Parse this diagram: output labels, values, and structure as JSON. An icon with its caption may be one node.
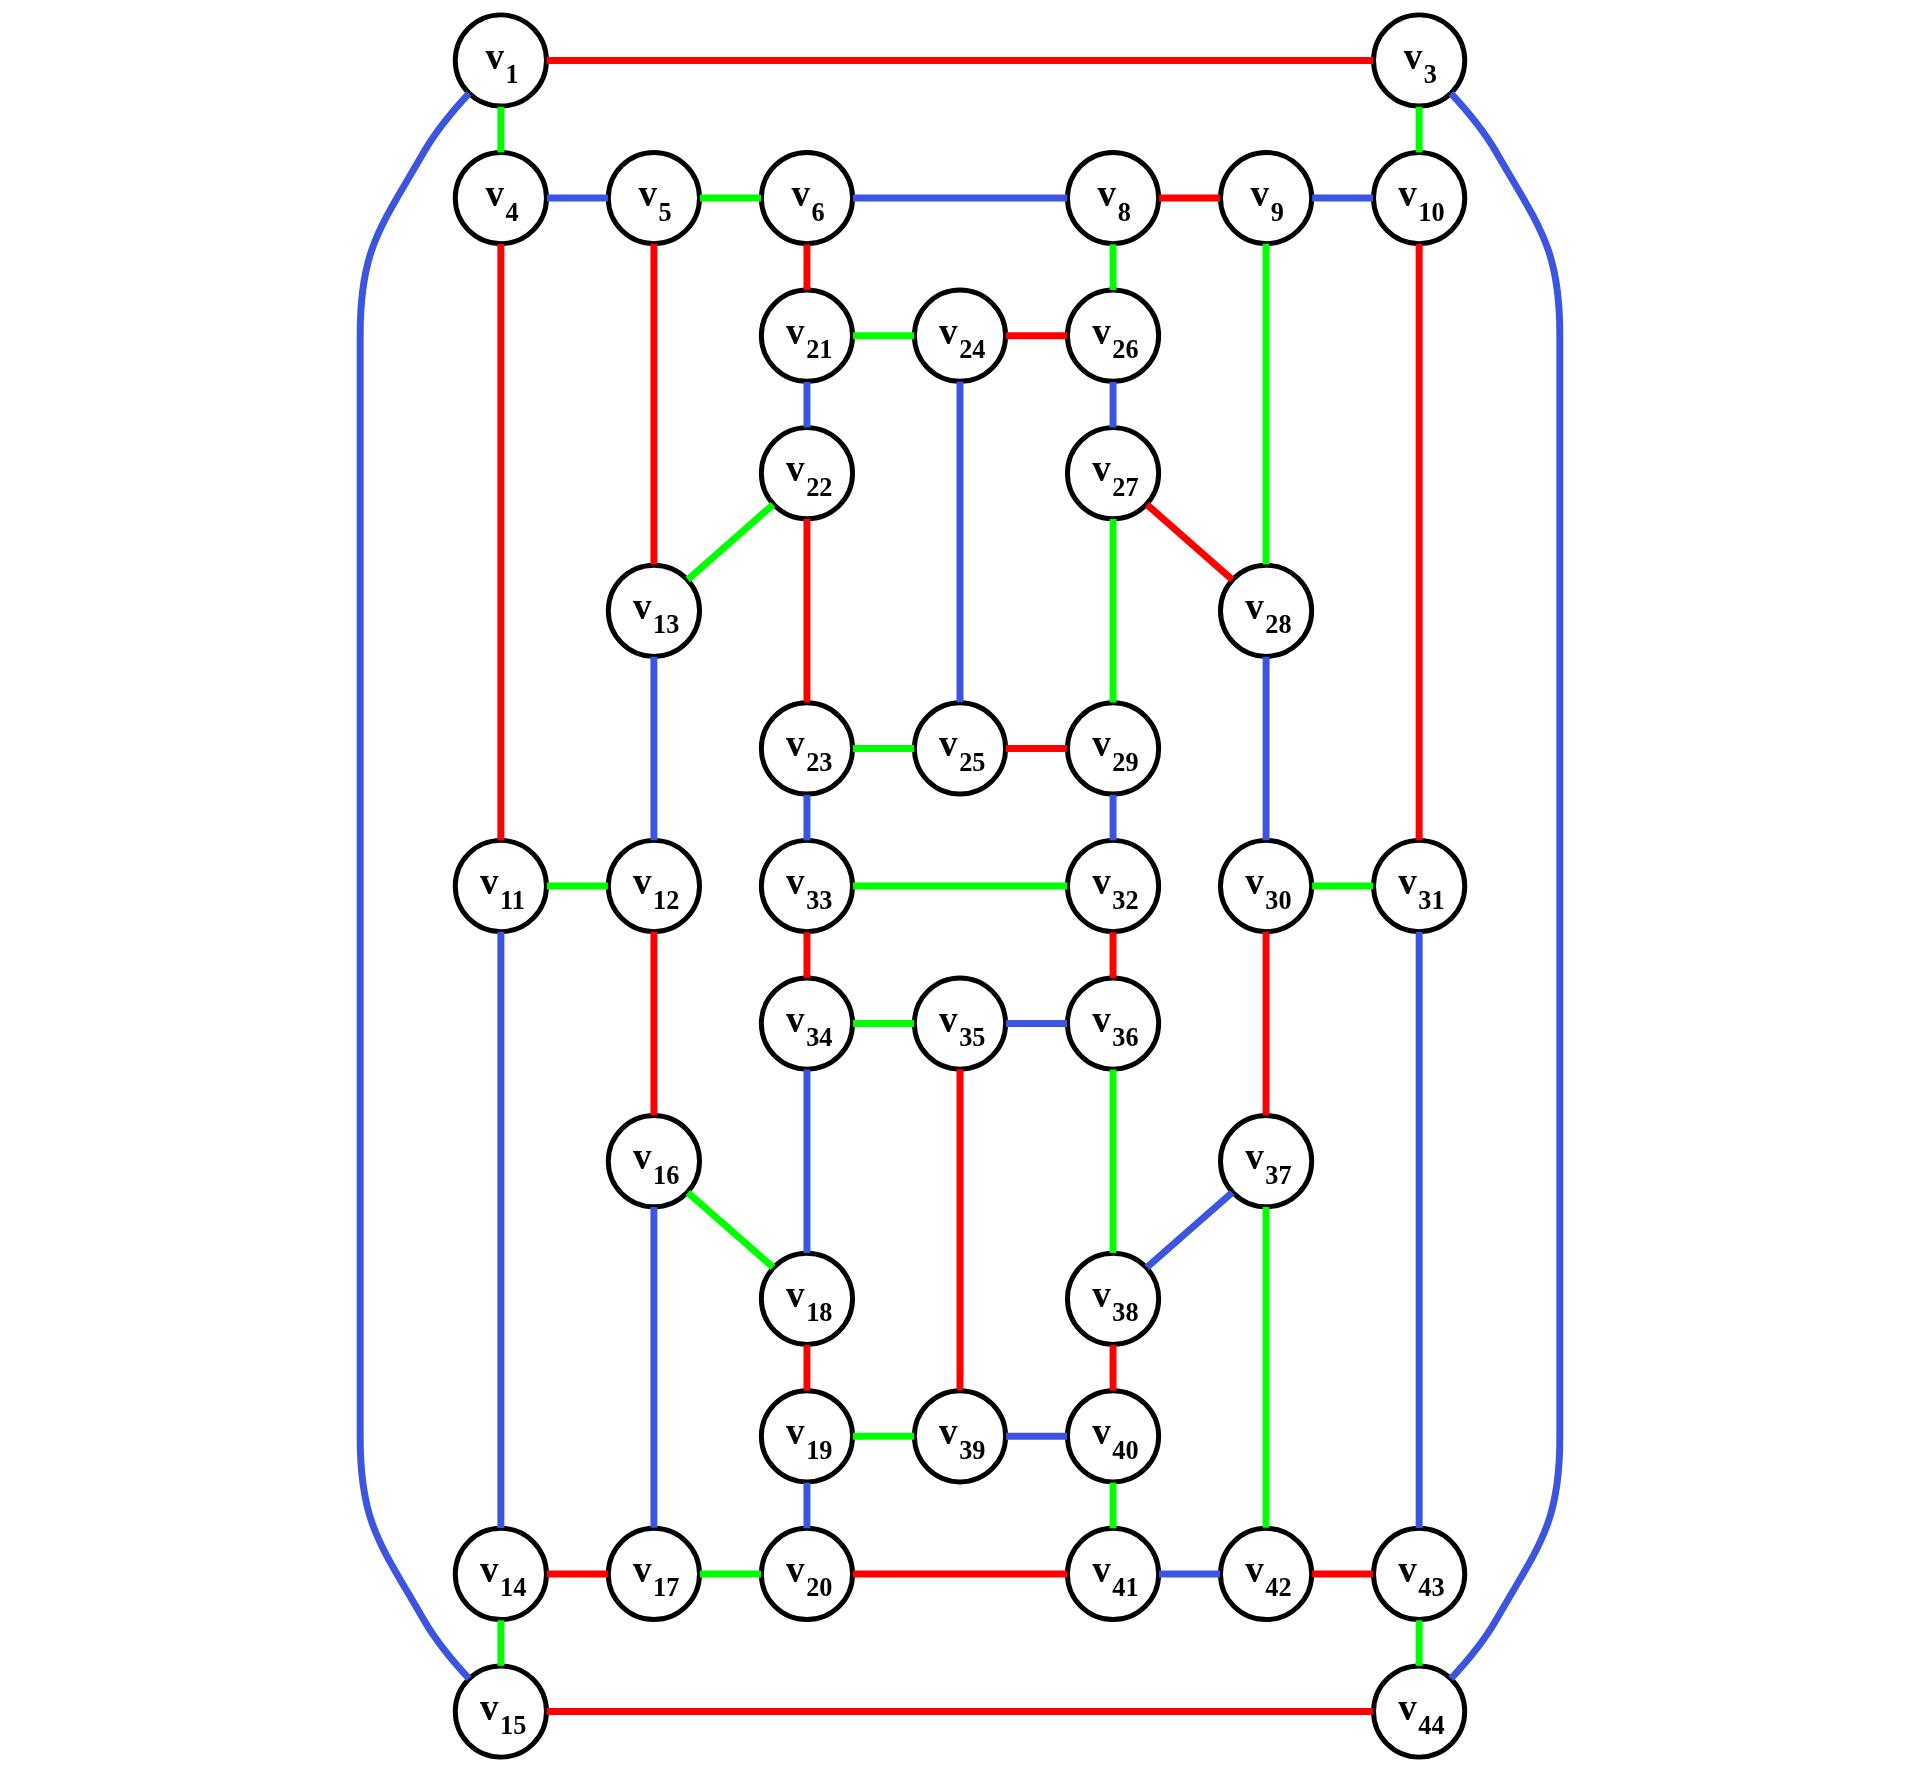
{
  "diagram": {
    "nodes": [
      {
        "text": [
          "v$_{1}$"
        ]
      },
      {
        "text": [
          "v$_{3}$"
        ]
      },
      {
        "text": [
          "v$_{4}$"
        ]
      },
      {
        "text": [
          "v$_{5}$"
        ]
      },
      {
        "text": [
          "v$_{6}$"
        ]
      },
      {
        "text": [
          "v$_{8}$"
        ]
      },
      {
        "text": [
          "v$_{9}$"
        ]
      },
      {
        "text": [
          "v$_{10}$"
        ]
      },
      {
        "text": [
          "v$_{11}$"
        ]
      },
      {
        "text": [
          "v$_{12}$"
        ]
      },
      {
        "text": [
          "v$_{13}$"
        ]
      },
      {
        "text": [
          "v$_{14}$"
        ]
      },
      {
        "text": [
          "v$_{15}$"
        ]
      },
      {
        "text": [
          "v$_{16}$"
        ]
      },
      {
        "text": [
          "v$_{17}$"
        ]
      },
      {
        "text": [
          "v$_{18}$"
        ]
      },
      {
        "text": [
          "v$_{19}$"
        ]
      },
      {
        "text": [
          "v$_{20}$"
        ]
      },
      {
        "text": [
          "v$_{21}$"
        ]
      },
      {
        "text": [
          "v$_{22}$"
        ]
      },
      {
        "text": [
          "v$_{23}$"
        ]
      },
      {
        "text": [
          "v$_{24}$"
        ]
      },
      {
        "text": [
          "v$_{25}$"
        ]
      },
      {
        "text": [
          "v$_{26}$"
        ]
      },
      {
        "text": [
          "v$_{27}$"
        ]
      },
      {
        "text": [
          "v$_{28}$"
        ]
      },
      {
        "text": [
          "v$_{29}$"
        ]
      },
      {
        "text": [
          "v$_{30}$"
        ]
      },
      {
        "text": [
          "v$_{31}$"
        ]
      },
      {
        "text": [
          "v$_{32}$"
        ]
      },
      {
        "text": [
          "v$_{33}$"
        ]
      },
      {
        "text": [
          "v$_{34}$"
        ]
      },
      {
        "text": [
          "v$_{35}$"
        ]
      },
      {
        "text": [
          "v$_{36}$"
        ]
      },
      {
        "text": [
          "v$_{37}$"
        ]
      },
      {
        "text": [
          "v$_{38}$"
        ]
      },
      {
        "text": [
          "v$_{39}$"
        ]
      },
      {
        "text": [
          "v$_{40}$"
        ]
      },
      {
        "text": [
          "v$_{41}$"
        ]
      },
      {
        "text": [
          "v$_{42}$"
        ]
      },
      {
        "text": [
          "v$_{43}$"
        ]
      },
      {
        "text": [
          "v$_{44}$"
        ]
      }
    ],
    "edges": [
      {
        "from": 0,
        "to": 1,
        "arrow": "none",
        "color": "#ff0000"
      },
      {
        "from": 0,
        "to": 12,
        "arrow": "none",
        "color": "#3b55e0"
      },
      {
        "from": 0,
        "to": 2,
        "arrow": "none",
        "color": "#00ff00"
      },
      {
        "from": 1,
        "to": 7,
        "arrow": "none",
        "color": "#00ff00"
      },
      {
        "from": 1,
        "to": 41,
        "arrow": "none",
        "color": "#3b55e0"
      },
      {
        "from": 2,
        "to": 3,
        "arrow": "none",
        "color": "#3b55e0"
      },
      {
        "from": 2,
        "to": 8,
        "arrow": "none",
        "color": "#ff0000"
      },
      {
        "from": 3,
        "to": 4,
        "arrow": "none",
        "color": "#00ff00"
      },
      {
        "from": 3,
        "to": 10,
        "arrow": "none",
        "color": "#ff0000"
      },
      {
        "from": 4,
        "to": 5,
        "arrow": "none",
        "color": "#3b55e0"
      },
      {
        "from": 4,
        "to": 18,
        "arrow": "none",
        "color": "#ff0000"
      },
      {
        "from": 5,
        "to": 6,
        "arrow": "none",
        "color": "#ff0000"
      },
      {
        "from": 5,
        "to": 23,
        "arrow": "none",
        "color": "#00ff00"
      },
      {
        "from": 6,
        "to": 7,
        "arrow": "none",
        "color": "#3b55e0"
      },
      {
        "from": 6,
        "to": 25,
        "arrow": "none",
        "color": "#00ff00"
      },
      {
        "from": 7,
        "to": 28,
        "arrow": "none",
        "color": "#ff0000"
      },
      {
        "from": 8,
        "to": 9,
        "arrow": "none",
        "color": "#00ff00"
      },
      {
        "from": 8,
        "to": 11,
        "arrow": "none",
        "color": "#3b55e0"
      },
      {
        "from": 9,
        "to": 13,
        "arrow": "none",
        "color": "#ff0000"
      },
      {
        "from": 10,
        "to": 9,
        "arrow": "none",
        "color": "#3b55e0"
      },
      {
        "from": 11,
        "to": 14,
        "arrow": "none",
        "color": "#ff0000"
      },
      {
        "from": 11,
        "to": 12,
        "arrow": "none",
        "color": "#00ff00"
      },
      {
        "from": 12,
        "to": 41,
        "arrow": "none",
        "color": "#ff0000"
      },
      {
        "from": 13,
        "to": 15,
        "arrow": "none",
        "color": "#00ff00"
      },
      {
        "from": 13,
        "to": 14,
        "arrow": "none",
        "color": "#3b55e0"
      },
      {
        "from": 14,
        "to": 17,
        "arrow": "none",
        "color": "#00ff00"
      },
      {
        "from": 15,
        "to": 16,
        "arrow": "none",
        "color": "#ff0000"
      },
      {
        "from": 31,
        "to": 15,
        "arrow": "none",
        "color": "#3b55e0"
      },
      {
        "from": 16,
        "to": 17,
        "arrow": "none",
        "color": "#3b55e0"
      },
      {
        "from": 16,
        "to": 36,
        "arrow": "none",
        "color": "#00ff00"
      },
      {
        "from": 17,
        "to": 38,
        "arrow": "none",
        "color": "#ff0000"
      },
      {
        "from": 18,
        "to": 19,
        "arrow": "none",
        "color": "#3b55e0"
      },
      {
        "from": 18,
        "to": 21,
        "arrow": "none",
        "color": "#00ff00"
      },
      {
        "from": 19,
        "to": 10,
        "arrow": "none",
        "color": "#00ff00"
      },
      {
        "from": 19,
        "to": 20,
        "arrow": "none",
        "color": "#ff0000"
      },
      {
        "from": 20,
        "to": 22,
        "arrow": "none",
        "color": "#00ff00"
      },
      {
        "from": 20,
        "to": 30,
        "arrow": "none",
        "color": "#3b55e0"
      },
      {
        "from": 21,
        "to": 23,
        "arrow": "none",
        "color": "#ff0000"
      },
      {
        "from": 21,
        "to": 22,
        "arrow": "none",
        "color": "#3b55e0"
      },
      {
        "from": 22,
        "to": 26,
        "arrow": "none",
        "color": "#ff0000"
      },
      {
        "from": 23,
        "to": 24,
        "arrow": "none",
        "color": "#3b55e0"
      },
      {
        "from": 24,
        "to": 25,
        "arrow": "none",
        "color": "#ff0000"
      },
      {
        "from": 24,
        "to": 26,
        "arrow": "none",
        "color": "#00ff00"
      },
      {
        "from": 25,
        "to": 27,
        "arrow": "none",
        "color": "#3b55e0"
      },
      {
        "from": 26,
        "to": 29,
        "arrow": "none",
        "color": "#3b55e0"
      },
      {
        "from": 27,
        "to": 28,
        "arrow": "none",
        "color": "#00ff00"
      },
      {
        "from": 27,
        "to": 34,
        "arrow": "none",
        "color": "#ff0000"
      },
      {
        "from": 28,
        "to": 40,
        "arrow": "none",
        "color": "#3b55e0"
      },
      {
        "from": 30,
        "to": 29,
        "arrow": "none",
        "color": "#00ff00"
      },
      {
        "from": 29,
        "to": 33,
        "arrow": "none",
        "color": "#ff0000"
      },
      {
        "from": 30,
        "to": 31,
        "arrow": "none",
        "color": "#ff0000"
      },
      {
        "from": 31,
        "to": 32,
        "arrow": "none",
        "color": "#00ff00"
      },
      {
        "from": 32,
        "to": 33,
        "arrow": "none",
        "color": "#3b55e0"
      },
      {
        "from": 32,
        "to": 36,
        "arrow": "none",
        "color": "#ff0000"
      },
      {
        "from": 33,
        "to": 35,
        "arrow": "none",
        "color": "#00ff00"
      },
      {
        "from": 34,
        "to": 35,
        "arrow": "none",
        "color": "#3b55e0"
      },
      {
        "from": 34,
        "to": 39,
        "arrow": "none",
        "color": "#00ff00"
      },
      {
        "from": 35,
        "to": 37,
        "arrow": "none",
        "color": "#ff0000"
      },
      {
        "from": 36,
        "to": 37,
        "arrow": "none",
        "color": "#3b55e0"
      },
      {
        "from": 37,
        "to": 38,
        "arrow": "none",
        "color": "#00ff00"
      },
      {
        "from": 38,
        "to": 39,
        "arrow": "none",
        "color": "#3b55e0"
      },
      {
        "from": 39,
        "to": 40,
        "arrow": "none",
        "color": "#ff0000"
      },
      {
        "from": 40,
        "to": 41,
        "arrow": "none",
        "color": "#00ff00"
      }
    ]
  }
}
